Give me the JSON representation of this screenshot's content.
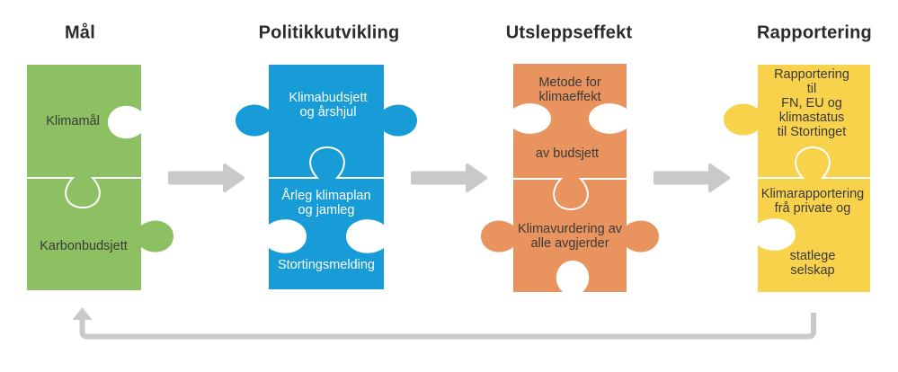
{
  "diagram": {
    "background": "#ffffff",
    "arrow_color": "#c9c9c9",
    "divider_color": "#ffffff",
    "columns": [
      {
        "header": "Mål",
        "color": "#8cc063",
        "text_color": "#3a3a3a",
        "items": [
          "Klimamål",
          "Karbonbudsjett"
        ]
      },
      {
        "header": "Politikkutvikling",
        "color": "#189cd8",
        "text_color": "#ffffff",
        "items": [
          "Klimabudsjett\nog årshjul",
          "Årleg klimaplan\nog jamleg",
          "Stortingsmelding"
        ]
      },
      {
        "header": "Utsleppseffekt",
        "color": "#e9945f",
        "text_color": "#3a3a3a",
        "items": [
          "Metode for\nklimaeffekt",
          "av budsjett",
          "Klimavurdering av\nalle avgjerder"
        ]
      },
      {
        "header": "Rapportering",
        "color": "#f8d24b",
        "text_color": "#3a3a3a",
        "items": [
          "Rapportering til\nFN, EU og\nklimastatus\ntil Stortinget",
          "Klimarapportering\nfrå private og",
          "statlege selskap"
        ]
      }
    ]
  }
}
